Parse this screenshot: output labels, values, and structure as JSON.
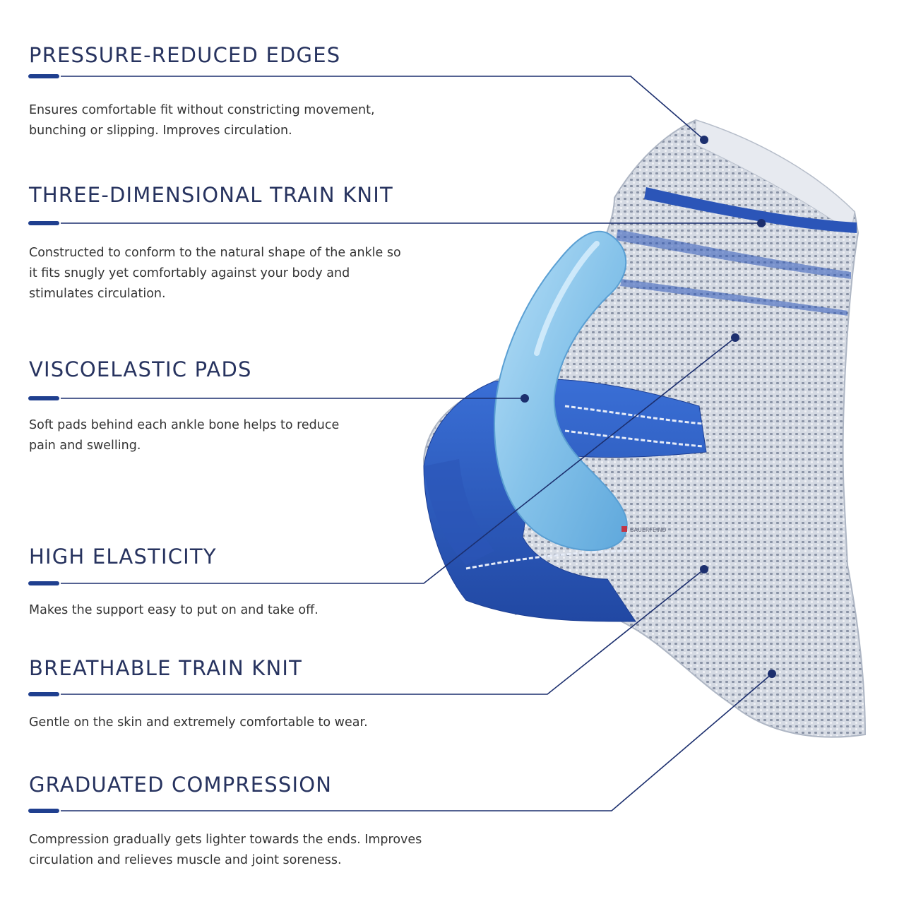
{
  "features": [
    {
      "title": "PRESSURE-REDUCED EDGES",
      "description_lines": [
        "Ensures comfortable fit without constricting movement,",
        "bunching or slipping. Improves circulation."
      ]
    },
    {
      "title": "THREE-DIMENSIONAL TRAIN KNIT",
      "description_lines": [
        "Constructed to conform to the natural shape of the ankle so",
        "it fits snugly yet comfortably against your body and",
        "stimulates circulation."
      ]
    },
    {
      "title": "VISCOELASTIC PADS",
      "description_lines": [
        "Soft pads behind each ankle bone helps to reduce",
        "pain and swelling."
      ]
    },
    {
      "title": "HIGH ELASTICITY",
      "description_lines": [
        "Makes the support easy to put on and take off."
      ]
    },
    {
      "title": "BREATHABLE TRAIN KNIT",
      "description_lines": [
        "Gentle on the skin and extremely comfortable to wear."
      ]
    },
    {
      "title": "GRADUATED COMPRESSION",
      "description_lines": [
        "Compression gradually gets lighter towards the ends. Improves",
        "circulation and relieves muscle and joint soreness."
      ]
    }
  ],
  "product_logo_text": "BAUERFEIND",
  "colors": {
    "heading": "#27335f",
    "accent": "#1f3f8f",
    "leader_line": "#1c2f6e",
    "brace_grey": "#c9cfd8",
    "brace_blue": "#2f5fc4",
    "pad_blue": "#8cc6ea"
  }
}
